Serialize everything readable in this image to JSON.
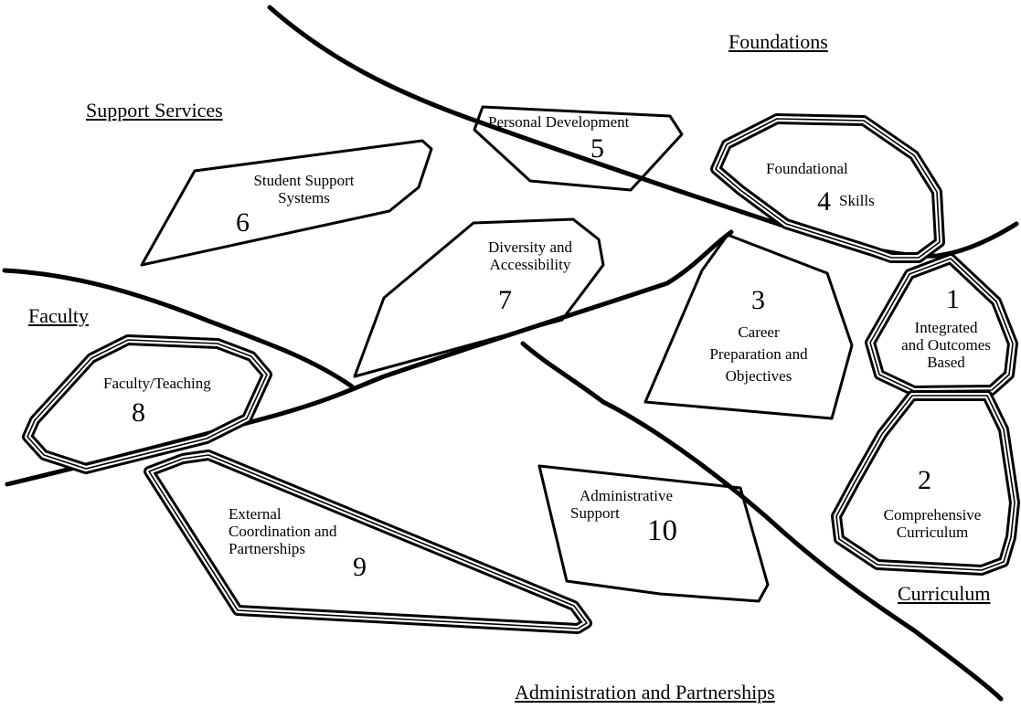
{
  "regions": {
    "foundations": "Foundations",
    "support_services": "Support Services",
    "faculty": "Faculty",
    "curriculum": "Curriculum",
    "admin_partnerships": "Administration and Partnerships"
  },
  "clusters": [
    {
      "number": "1",
      "label_lines": [
        "Integrated",
        "and Outcomes",
        "Based"
      ]
    },
    {
      "number": "2",
      "label_lines": [
        "Comprehensive",
        "Curriculum"
      ]
    },
    {
      "number": "3",
      "label_lines": [
        "Career",
        "Preparation and",
        "Objectives"
      ]
    },
    {
      "number": "4",
      "label_lines": [
        "Foundational",
        "Skills"
      ]
    },
    {
      "number": "5",
      "label_lines": [
        "Personal Development"
      ]
    },
    {
      "number": "6",
      "label_lines": [
        "Student Support",
        "Systems"
      ]
    },
    {
      "number": "7",
      "label_lines": [
        "Diversity and",
        "Accessibility"
      ]
    },
    {
      "number": "8",
      "label_lines": [
        "Faculty/Teaching"
      ]
    },
    {
      "number": "9",
      "label_lines": [
        "External",
        "Coordination and",
        "Partnerships"
      ]
    },
    {
      "number": "10",
      "label_lines": [
        "Administrative",
        "Support"
      ]
    }
  ]
}
